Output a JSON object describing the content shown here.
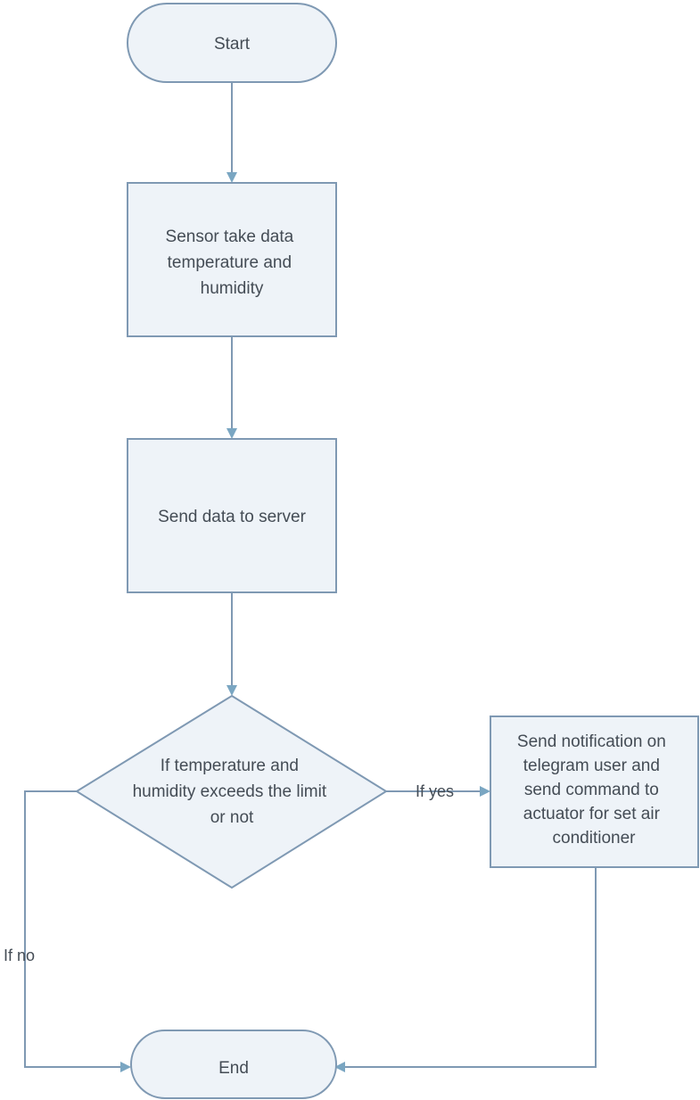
{
  "diagram": {
    "nodes": {
      "start": {
        "label": "Start"
      },
      "sensor": {
        "lines": [
          "Sensor take data",
          "temperature and",
          "humidity"
        ]
      },
      "send": {
        "label": "Send data to server"
      },
      "decision": {
        "lines": [
          "If temperature and",
          "humidity exceeds the limit",
          "or not"
        ]
      },
      "notify": {
        "lines": [
          "Send notification on",
          "telegram user and",
          "send command to",
          "actuator for set air",
          "conditioner"
        ]
      },
      "end": {
        "label": "End"
      }
    },
    "edges": {
      "yes_label": "If yes",
      "no_label": "If no"
    }
  }
}
